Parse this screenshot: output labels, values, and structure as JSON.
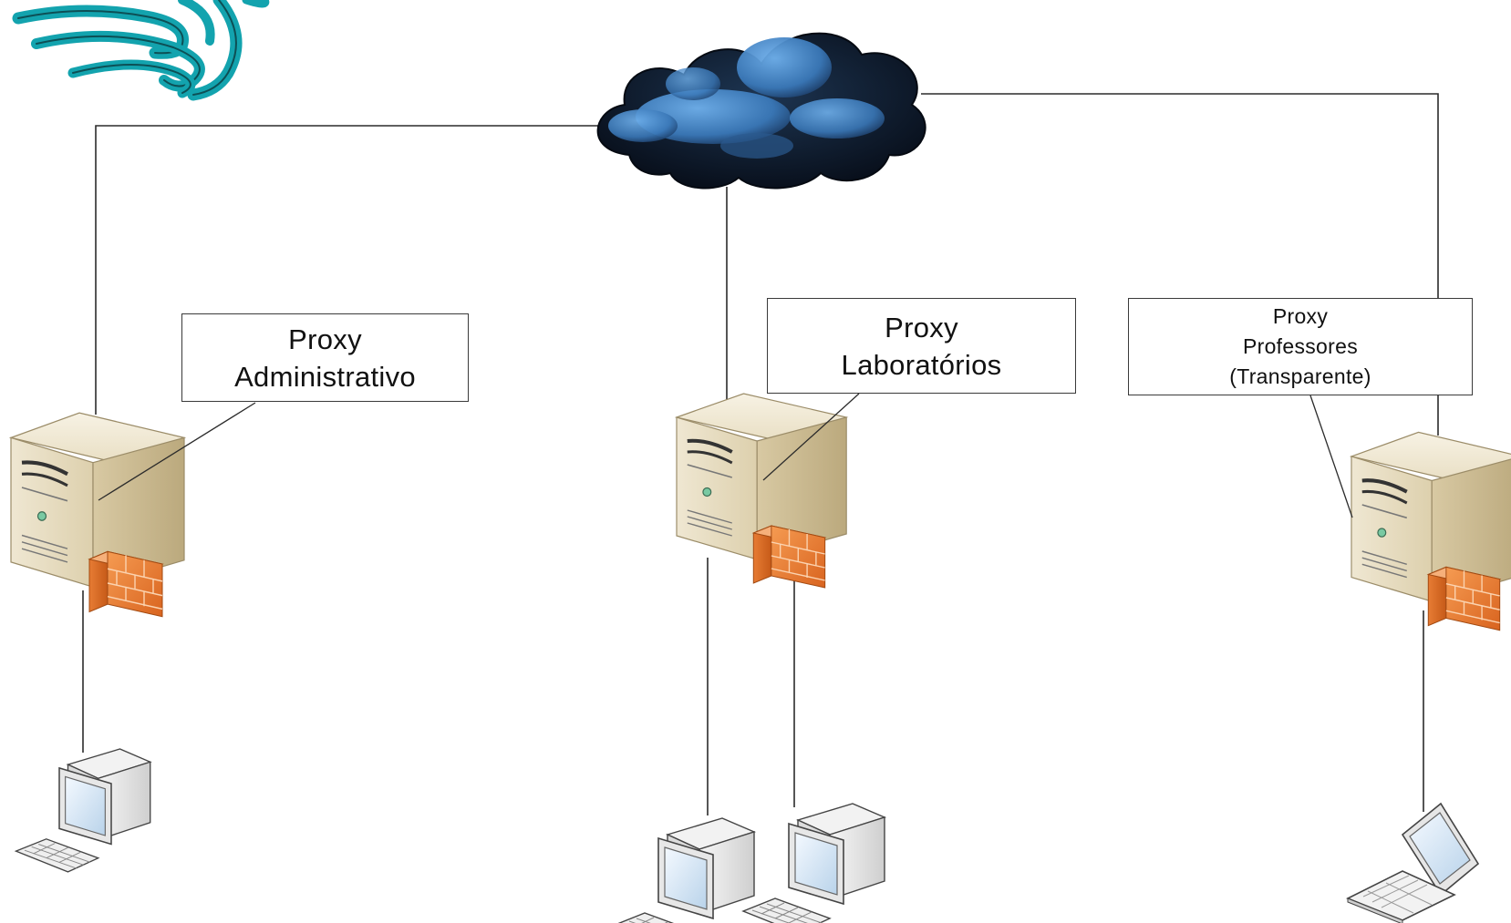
{
  "labels": {
    "admin": {
      "line1": "Proxy",
      "line2": "Administrativo"
    },
    "labs": {
      "line1": "Proxy",
      "line2": "Laboratórios"
    },
    "profs": {
      "line1": "Proxy",
      "line2": "Professores",
      "line3": "(Transparente)"
    }
  },
  "icons": {
    "logo": "squid-logo",
    "internet": "cloud-icon",
    "server": "server-with-firewall-icon",
    "desktop": "desktop-computer-icon",
    "laptop": "laptop-icon"
  },
  "colors": {
    "logo": "#13a3ae",
    "cloud_dark": "#0d1a2c",
    "cloud_blue": "#4a8fd0",
    "server_body": "#e6dcc2",
    "firewall": "#e8833a",
    "computer": "#e9e9e9",
    "screen": "#cfe1ef"
  }
}
